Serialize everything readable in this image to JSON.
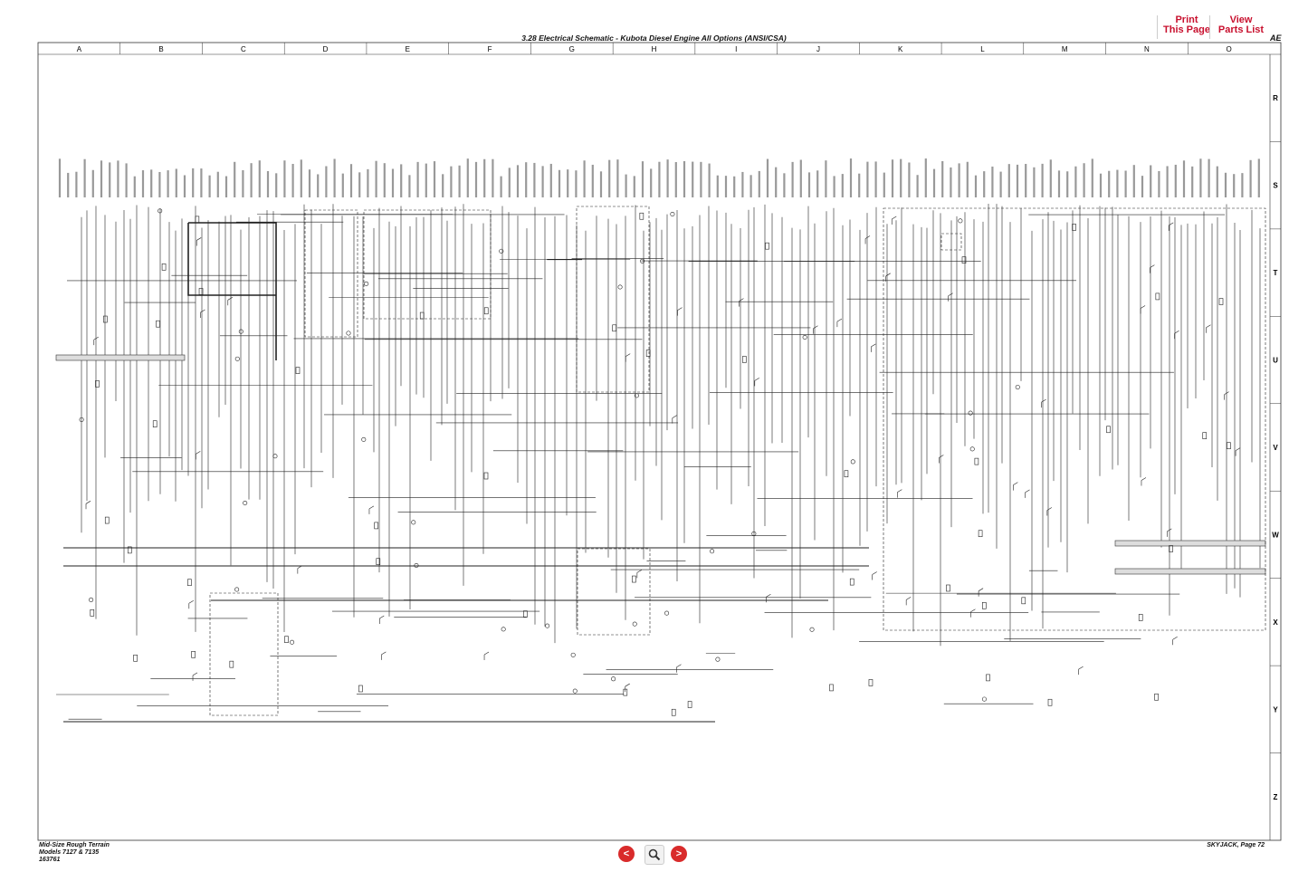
{
  "header": {
    "title": "3.28  Electrical Schematic - Kubota Diesel Engine All Options (ANSI/CSA)",
    "revision": "AE",
    "print_line1": "Print",
    "print_line2": "This Page",
    "parts_line1": "View",
    "parts_line2": "Parts List"
  },
  "grid": {
    "columns": [
      "A",
      "B",
      "C",
      "D",
      "E",
      "F",
      "G",
      "H",
      "I",
      "J",
      "K",
      "L",
      "M",
      "N",
      "O"
    ],
    "rows": [
      "R",
      "S",
      "T",
      "U",
      "V",
      "W",
      "X",
      "Y",
      "Z"
    ]
  },
  "footer": {
    "line1": "Mid-Size Rough Terrain",
    "line2": "Models 7127 & 7135",
    "line3": "163761",
    "page": "SKYJACK, Page 72"
  },
  "nav": {
    "prev": "<",
    "next": ">"
  },
  "colors": {
    "accent": "#c8102e",
    "nav": "#d92b2b",
    "line": "#222222"
  }
}
